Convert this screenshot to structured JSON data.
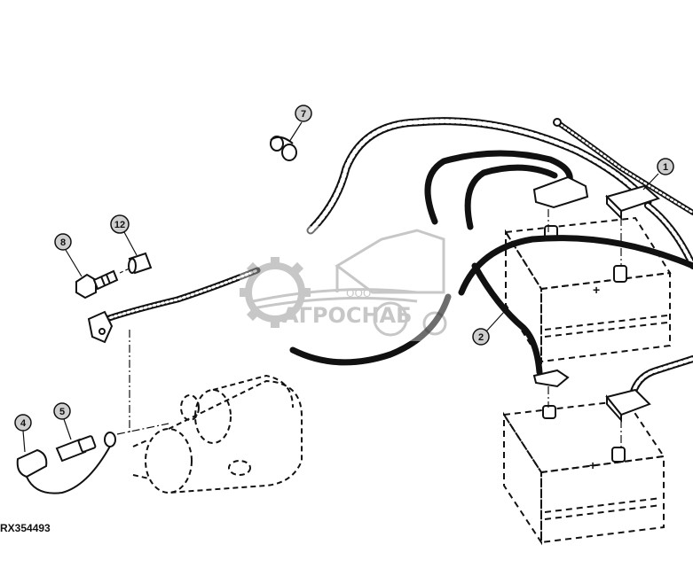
{
  "figure_id": "RX354493",
  "watermark": {
    "prefix": "ООО",
    "name": "АГРОСНАБ"
  },
  "callouts": [
    {
      "id": "callout-1",
      "label": "1"
    },
    {
      "id": "callout-2",
      "label": "2"
    },
    {
      "id": "callout-4",
      "label": "4"
    },
    {
      "id": "callout-5",
      "label": "5"
    },
    {
      "id": "callout-7",
      "label": "7"
    },
    {
      "id": "callout-8",
      "label": "8"
    },
    {
      "id": "callout-12",
      "label": "12"
    }
  ],
  "colors": {
    "line": "#111111",
    "watermark": "#9a9a9a",
    "callout_fill": "#cfcfcf"
  }
}
